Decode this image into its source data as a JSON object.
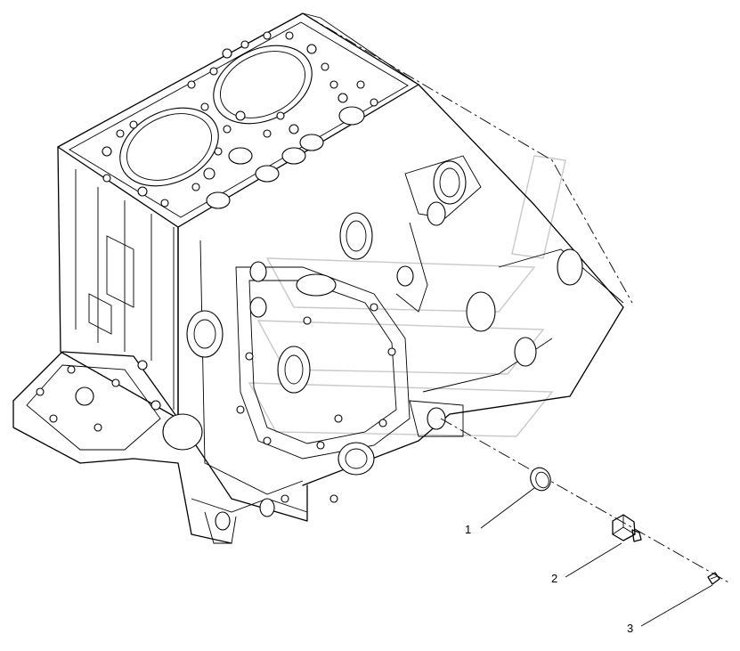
{
  "callouts": [
    {
      "label": "1",
      "part": "sealing-washer"
    },
    {
      "label": "2",
      "part": "pressure-sensor"
    },
    {
      "label": "3",
      "part": "connector-fitting"
    }
  ],
  "colors": {
    "line": "#000000",
    "background": "#ffffff",
    "watermark": "#c9c9c9"
  }
}
